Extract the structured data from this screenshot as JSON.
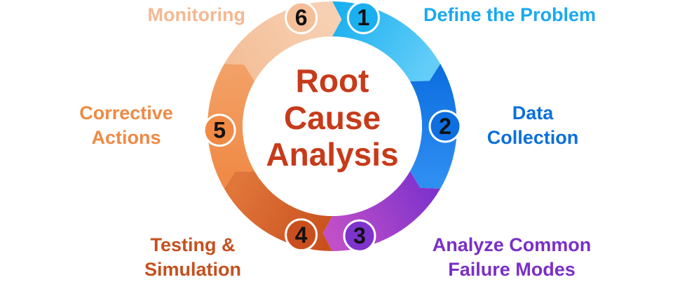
{
  "center": {
    "lines": [
      "Root",
      "Cause",
      "Analysis"
    ],
    "color": "#c73a1a"
  },
  "steps": [
    {
      "number": "1",
      "lines": [
        "Define the Problem"
      ],
      "color": "#1aa9ee",
      "arc_color": "#1ab0f0",
      "arc_light": "#63cdf8"
    },
    {
      "number": "2",
      "lines": [
        "Data",
        "Collection"
      ],
      "color": "#0b6fdb",
      "arc_color": "#0e6fe0",
      "arc_light": "#2f8ef2"
    },
    {
      "number": "3",
      "lines": [
        "Analyze Common",
        "Failure Modes"
      ],
      "color": "#7a2fc6",
      "arc_color": "#7e33cc",
      "arc_light": "#c04fc8"
    },
    {
      "number": "4",
      "lines": [
        "Testing &",
        "Simulation"
      ],
      "color": "#c4501f",
      "arc_color": "#c9501e",
      "arc_light": "#e0763a"
    },
    {
      "number": "5",
      "lines": [
        "Corrective",
        "Actions"
      ],
      "color": "#ee8a45",
      "arc_color": "#f08a45",
      "arc_light": "#f2a066"
    },
    {
      "number": "6",
      "lines": [
        "Monitoring"
      ],
      "color": "#f3b992",
      "arc_color": "#f4bf98",
      "arc_light": "#f7d0b3"
    }
  ]
}
